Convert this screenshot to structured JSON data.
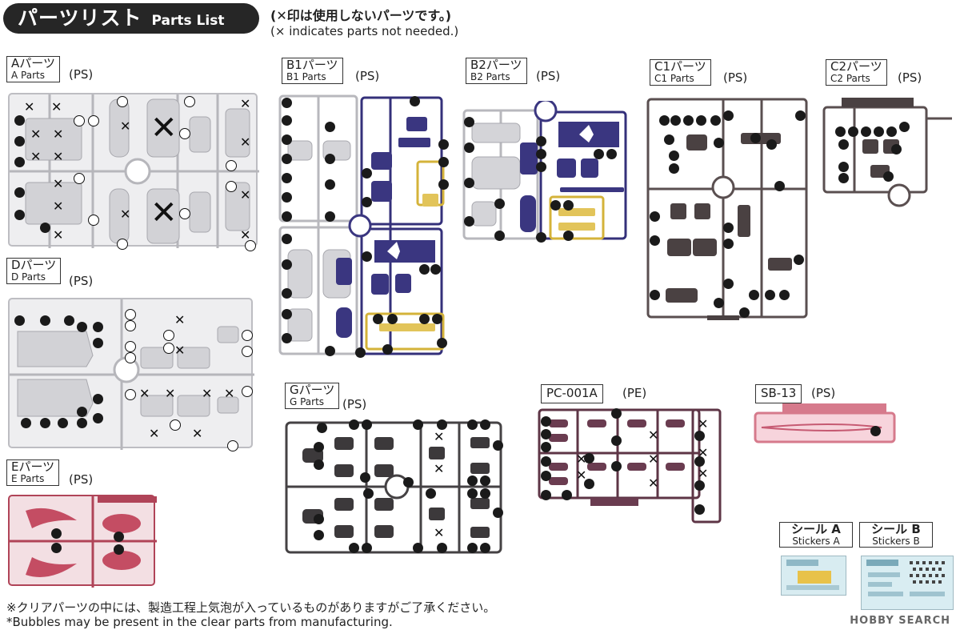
{
  "header": {
    "title_jp": "パーツリスト",
    "title_en": "Parts List",
    "note_jp": "(✕印は使用しないパーツです。)",
    "note_en": "(× indicates parts not needed.)"
  },
  "runners": {
    "A": {
      "name_jp": "Aパーツ",
      "name_en": "A Parts",
      "material": "(PS)"
    },
    "B1": {
      "name_jp": "B1パーツ",
      "name_en": "B1 Parts",
      "material": "(PS)"
    },
    "B2": {
      "name_jp": "B2パーツ",
      "name_en": "B2 Parts",
      "material": "(PS)"
    },
    "C1": {
      "name_jp": "C1パーツ",
      "name_en": "C1 Parts",
      "material": "(PS)"
    },
    "C2": {
      "name_jp": "C2パーツ",
      "name_en": "C2 Parts",
      "material": "(PS)"
    },
    "D": {
      "name_jp": "Dパーツ",
      "name_en": "D Parts",
      "material": "(PS)"
    },
    "E": {
      "name_jp": "Eパーツ",
      "name_en": "E Parts",
      "material": "(PS)"
    },
    "G": {
      "name_jp": "Gパーツ",
      "name_en": "G Parts",
      "material": "(PS)"
    },
    "PC": {
      "name": "PC-001A",
      "material": "(PE)"
    },
    "SB": {
      "name": "SB-13",
      "material": "(PS)"
    }
  },
  "stickers": {
    "A": {
      "name_jp": "シール A",
      "name_en": "Stickers A"
    },
    "B": {
      "name_jp": "シール B",
      "name_en": "Stickers B"
    }
  },
  "colors": {
    "A": "#e6e6e8",
    "B1_white": "#e8e8ea",
    "B1_blue": "#3a3680",
    "B1_yellow": "#d9b540",
    "C": "#5a4f50",
    "D": "#e4e4e6",
    "E": "#b04458",
    "G": "#454244",
    "PC": "#5e3546",
    "SB": "#d67a8c"
  },
  "footer": {
    "note_jp": "※クリアパーツの中には、製造工程上気泡が入っているものがありますがご了承ください。",
    "note_en": "*Bubbles may be present in the clear parts from manufacturing."
  },
  "watermark": "HOBBY SEARCH"
}
